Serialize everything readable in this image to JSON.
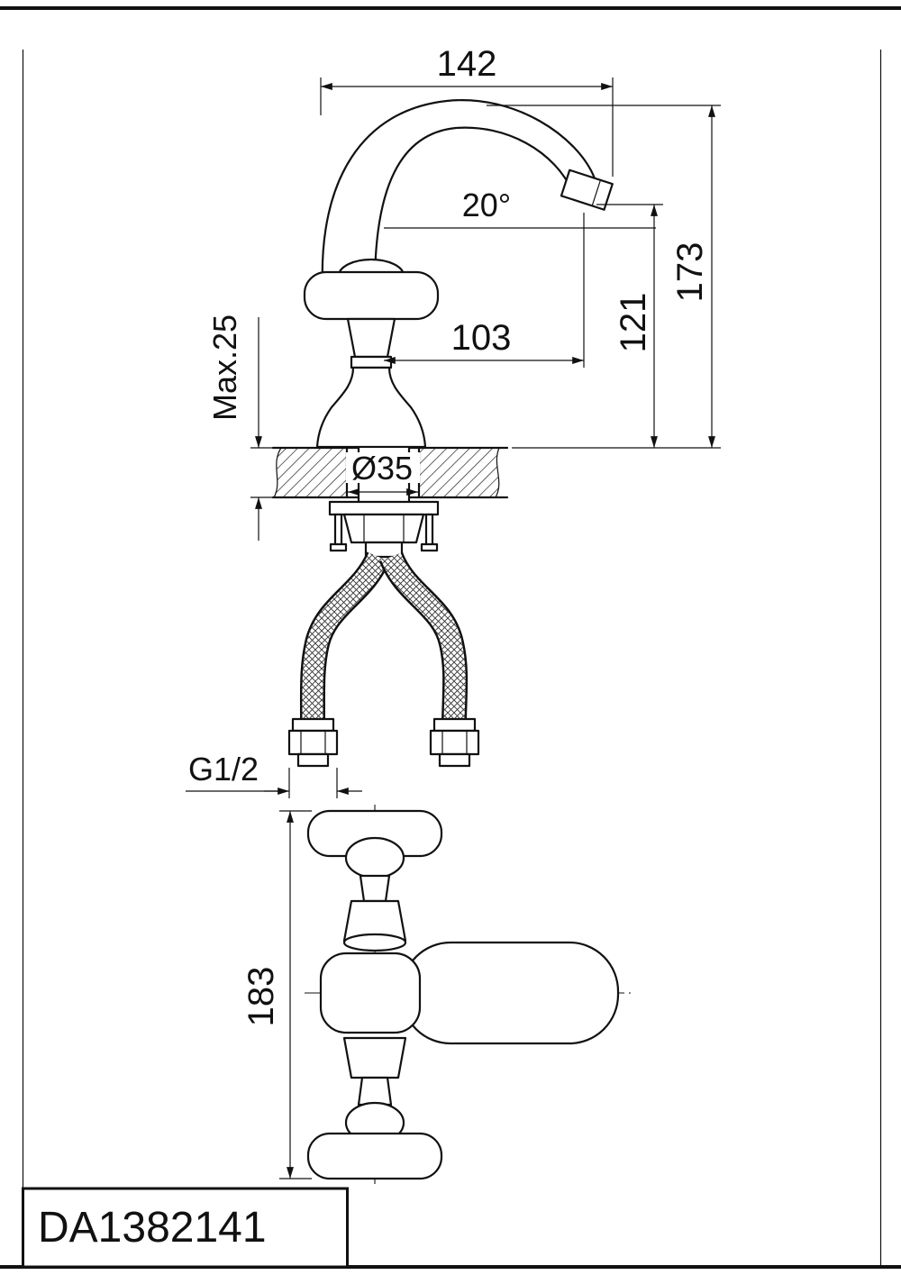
{
  "drawing": {
    "model": "DA1382141",
    "front": {
      "width": "142",
      "angle": "20°",
      "total_height": "173",
      "spout_height": "121",
      "reach": "103",
      "deck_thickness": "Max.25",
      "hole_diameter": "Ø35",
      "thread": "G1/2"
    },
    "top": {
      "length": "183"
    }
  }
}
